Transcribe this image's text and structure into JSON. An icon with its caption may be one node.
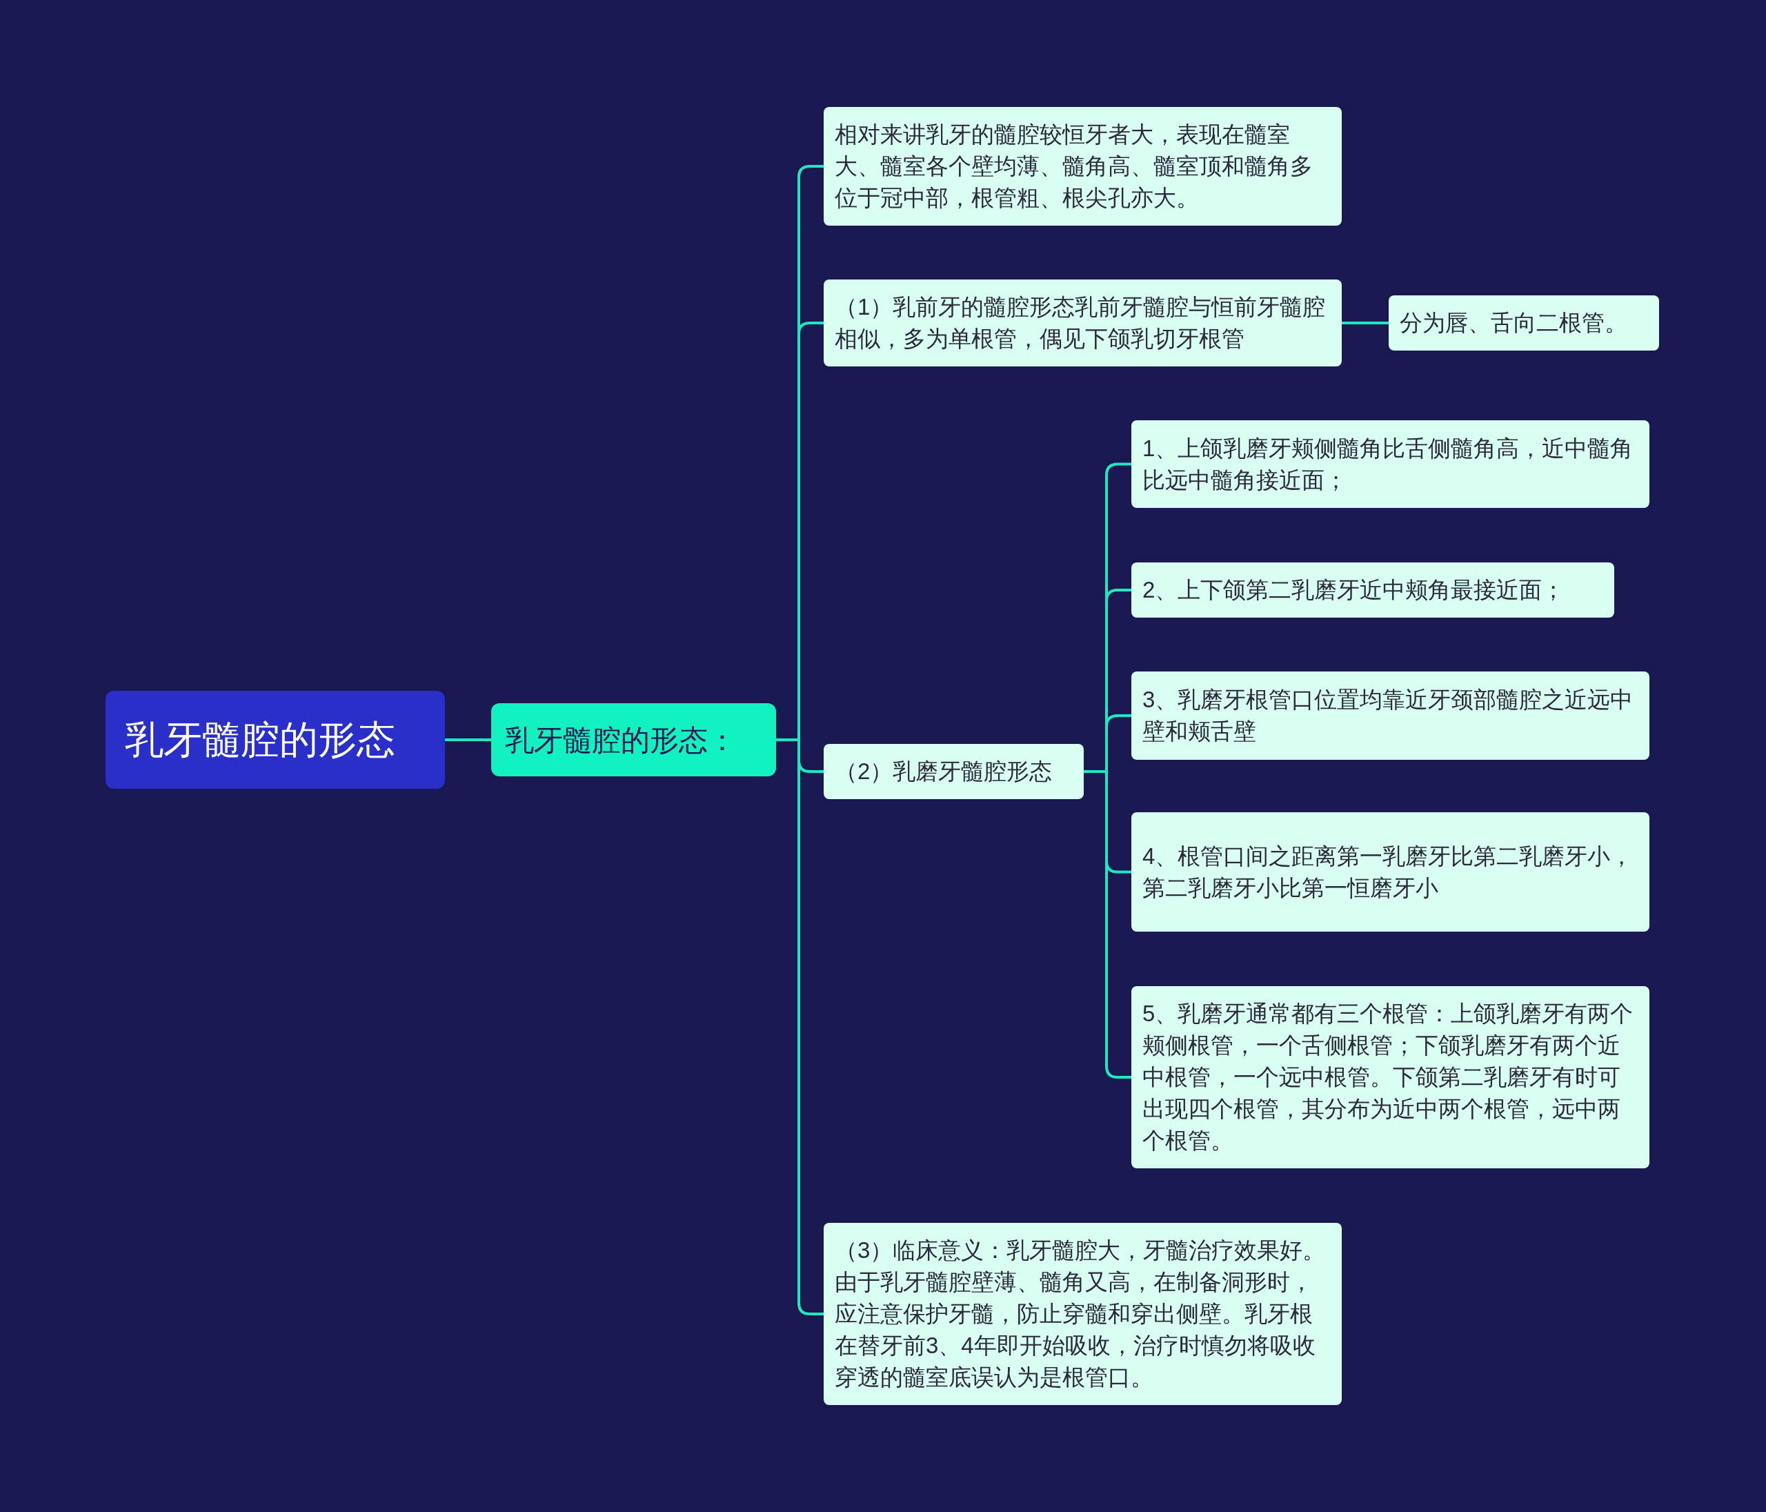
{
  "diagram": {
    "nodes": [
      {
        "text": [
          "乳牙髓腔的形态"
        ]
      },
      {
        "text": [
          "乳牙髓腔的形态："
        ]
      },
      {
        "text": [
          "相对来讲乳牙的髓腔较恒牙者大，表现在髓室大、髓室各个壁均薄、髓角高、髓室顶和髓角多位于冠中部，根管粗、根尖孔亦大。"
        ]
      },
      {
        "text": [
          "（1）乳前牙的髓腔形态乳前牙髓腔与恒前牙髓腔相似，多为单根管，偶见下颌乳切牙根管"
        ]
      },
      {
        "text": [
          "分为唇、舌向二根管。"
        ]
      },
      {
        "text": [
          "（2）乳磨牙髓腔形态"
        ]
      },
      {
        "text": [
          "1、上颌乳磨牙颊侧髓角比舌侧髓角高，近中髓角比远中髓角接近面；"
        ]
      },
      {
        "text": [
          "2、上下颌第二乳磨牙近中颊角最接近面；"
        ]
      },
      {
        "text": [
          "3、乳磨牙根管口位置均靠近牙颈部髓腔之近远中壁和颊舌壁"
        ]
      },
      {
        "text": [
          "4、根管口间之距离第一乳磨牙比第二乳磨牙小，第二乳磨牙小比第一恒磨牙小"
        ]
      },
      {
        "text": [
          "5、乳磨牙通常都有三个根管：上颌乳磨牙有两个颊侧根管，一个舌侧根管；下颌乳磨牙有两个近中根管，一个远中根管。下颌第二乳磨牙有时可出现四个根管，其分布为近中两个根管，远中两个根管。"
        ]
      },
      {
        "text": [
          "（3）临床意义：乳牙髓腔大，牙髓治疗效果好。由于乳牙髓腔壁薄、髓角又高，在制备洞形时，应注意保护牙髓，防止穿髓和穿出侧壁。乳牙根在替牙前3、4年即开始吸收，治疗时慎勿将吸收穿透的髓室底误认为是根管口。"
        ]
      }
    ],
    "edges": [
      {
        "from": 0,
        "to": 1,
        "arrow": "none"
      },
      {
        "from": 1,
        "to": 2,
        "arrow": "none"
      },
      {
        "from": 1,
        "to": 3,
        "arrow": "none"
      },
      {
        "from": 1,
        "to": 5,
        "arrow": "none"
      },
      {
        "from": 1,
        "to": 11,
        "arrow": "none"
      },
      {
        "from": 3,
        "to": 4,
        "arrow": "none"
      },
      {
        "from": 5,
        "to": 6,
        "arrow": "none"
      },
      {
        "from": 5,
        "to": 7,
        "arrow": "none"
      },
      {
        "from": 5,
        "to": 8,
        "arrow": "none"
      },
      {
        "from": 5,
        "to": 9,
        "arrow": "none"
      },
      {
        "from": 5,
        "to": 10,
        "arrow": "none"
      }
    ]
  }
}
